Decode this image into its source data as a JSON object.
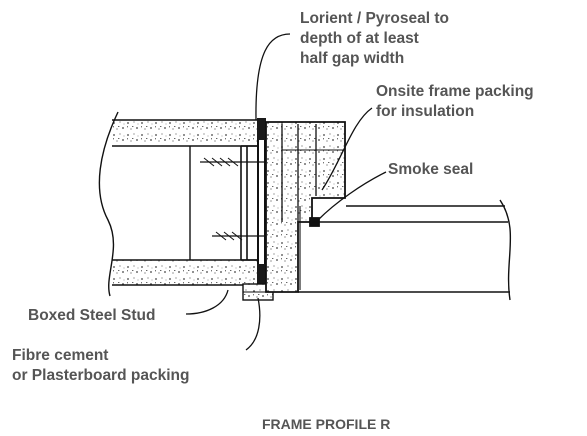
{
  "labels": {
    "lorient": [
      "Lorient / Pyroseal to",
      "depth of at least",
      "half gap width"
    ],
    "onsite": [
      "Onsite frame packing",
      "for insulation"
    ],
    "smoke": "Smoke seal",
    "stud": "Boxed Steel Stud",
    "fibre": [
      "Fibre cement",
      "or Plasterboard packing"
    ],
    "title": "FRAME PROFILE R"
  },
  "colors": {
    "line": "#111111",
    "text": "#555555",
    "gap_seal": "#1a1a1a",
    "background": "#ffffff"
  }
}
